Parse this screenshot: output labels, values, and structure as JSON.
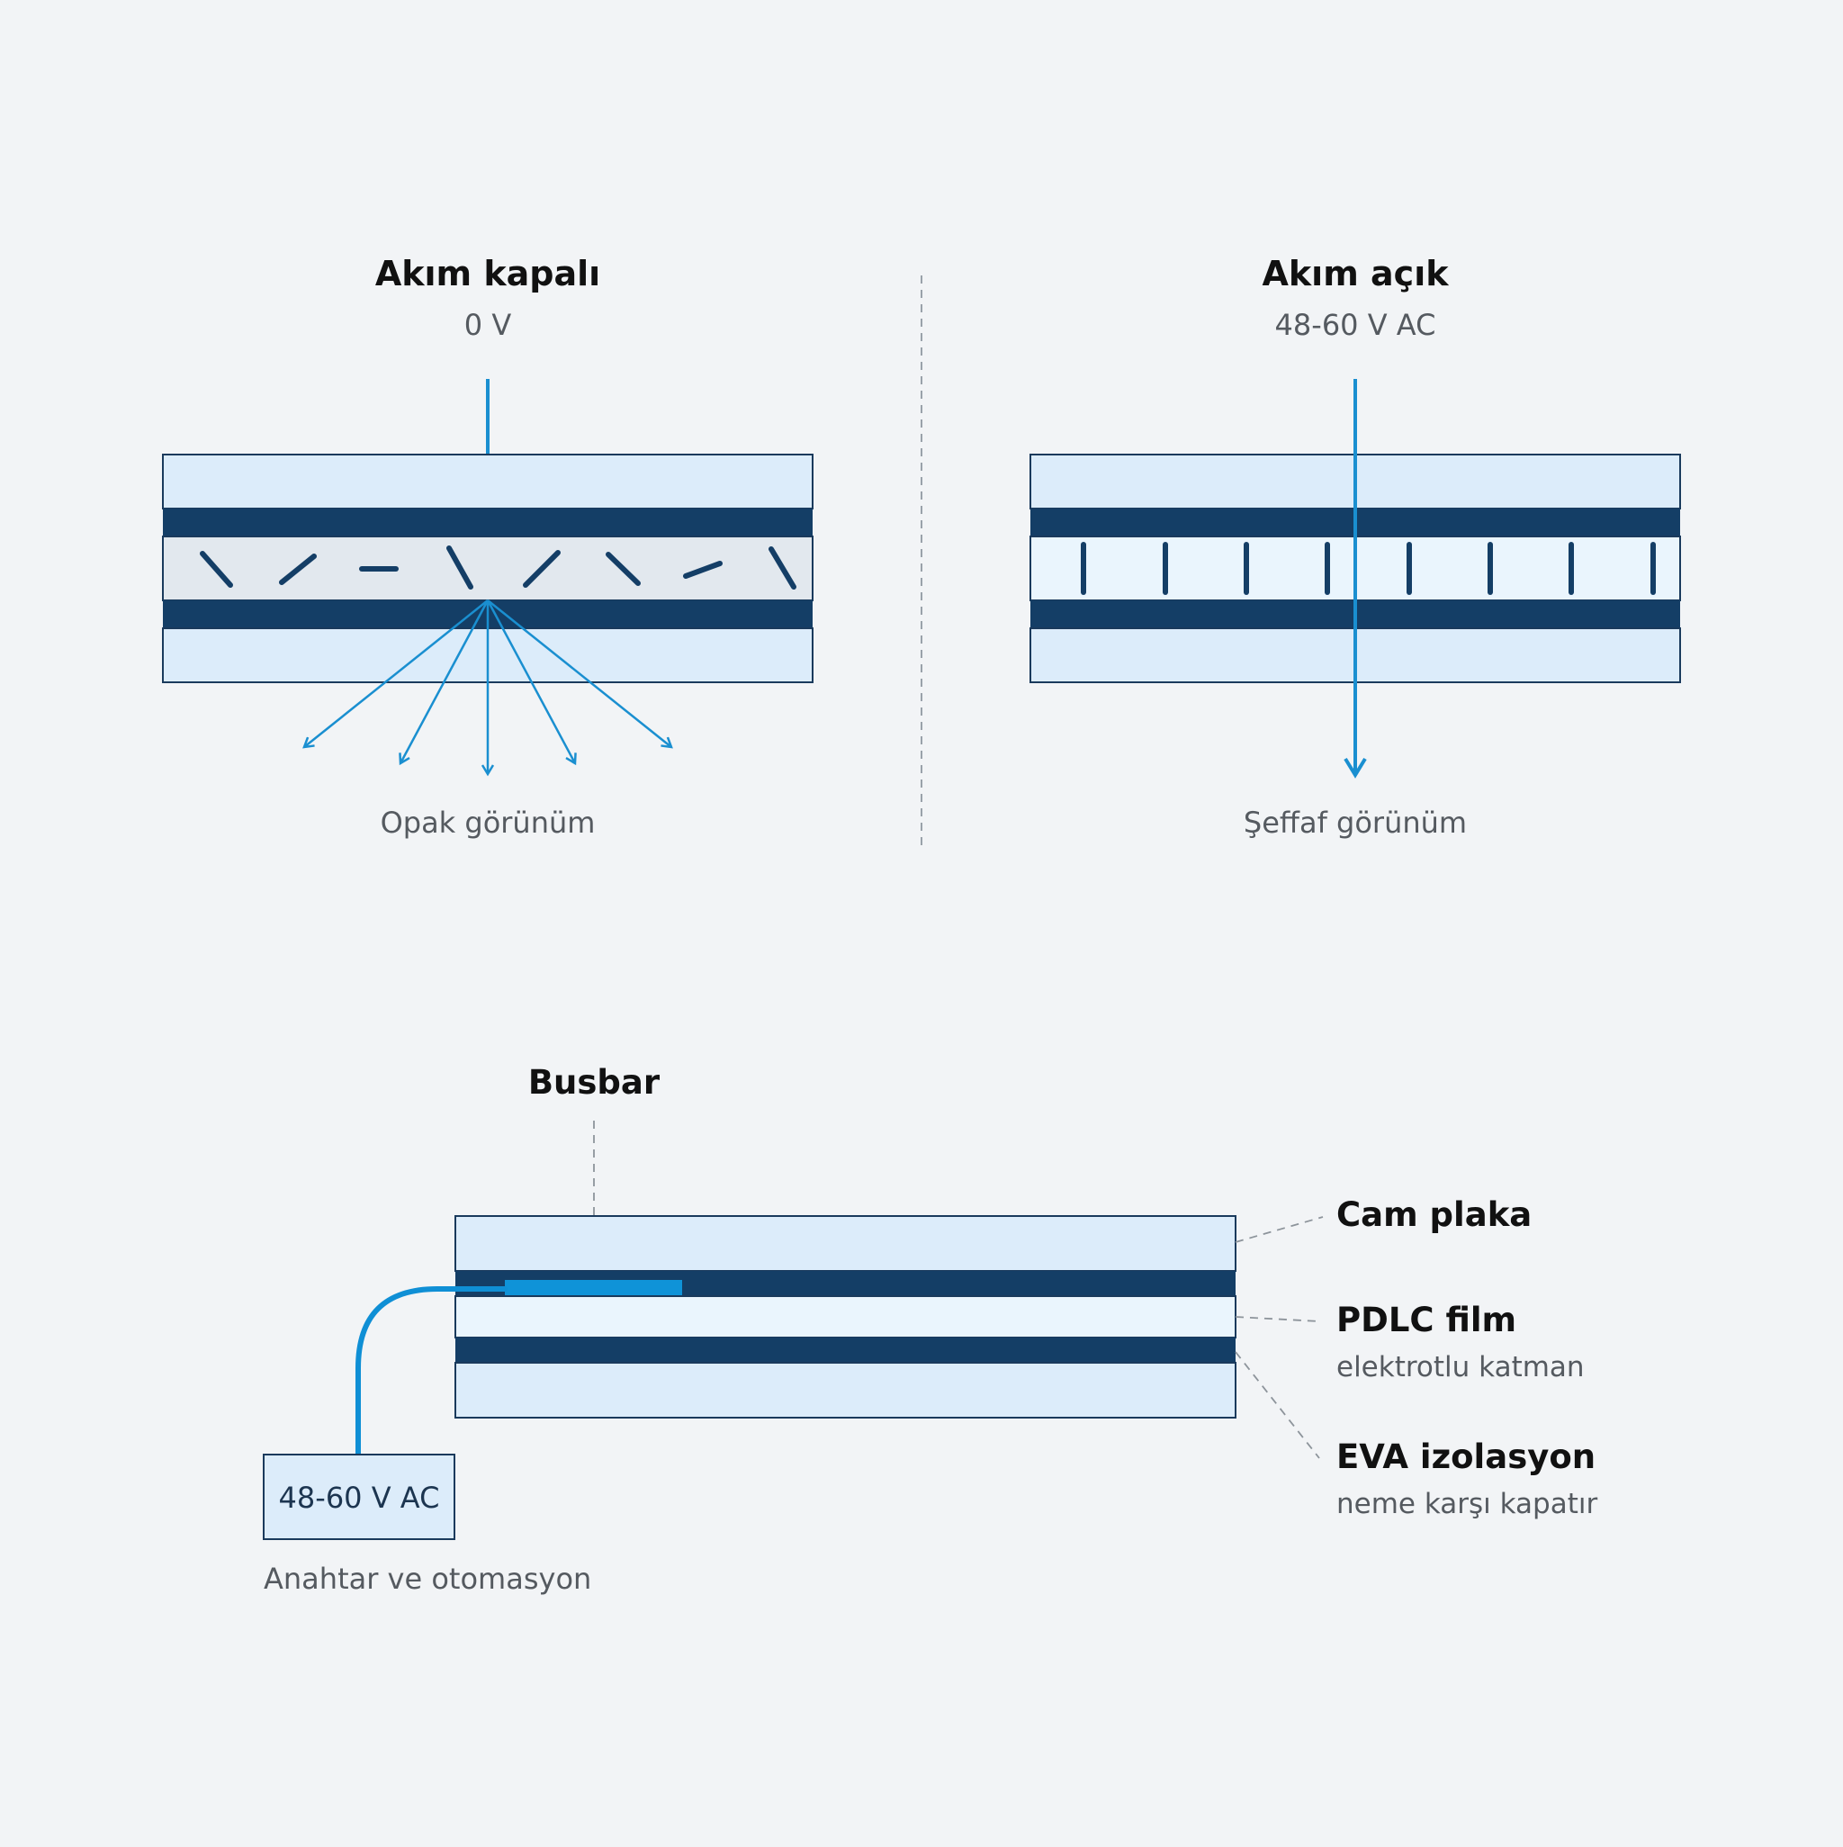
{
  "off_state": {
    "title": "Akım kapalı",
    "voltage": "0 V",
    "caption": "Opak görünüm"
  },
  "on_state": {
    "title": "Akım açık",
    "voltage": "48-60 V AC",
    "caption": "Şeffaf görünüm"
  },
  "cross_section": {
    "busbar_label": "Busbar",
    "glass_label": "Cam plaka",
    "pdlc_label": "PDLC film",
    "pdlc_sub": "elektrotlu katman",
    "eva_label": "EVA izolasyon",
    "eva_sub": "neme karşı kapatır",
    "power_box": "48-60 V AC",
    "power_caption": "Anahtar ve otomasyon"
  },
  "colors": {
    "glass": "#dcecfa",
    "electrode": "#143e66",
    "light_ray": "#1a8fd0",
    "background": "#f2f4f6"
  }
}
